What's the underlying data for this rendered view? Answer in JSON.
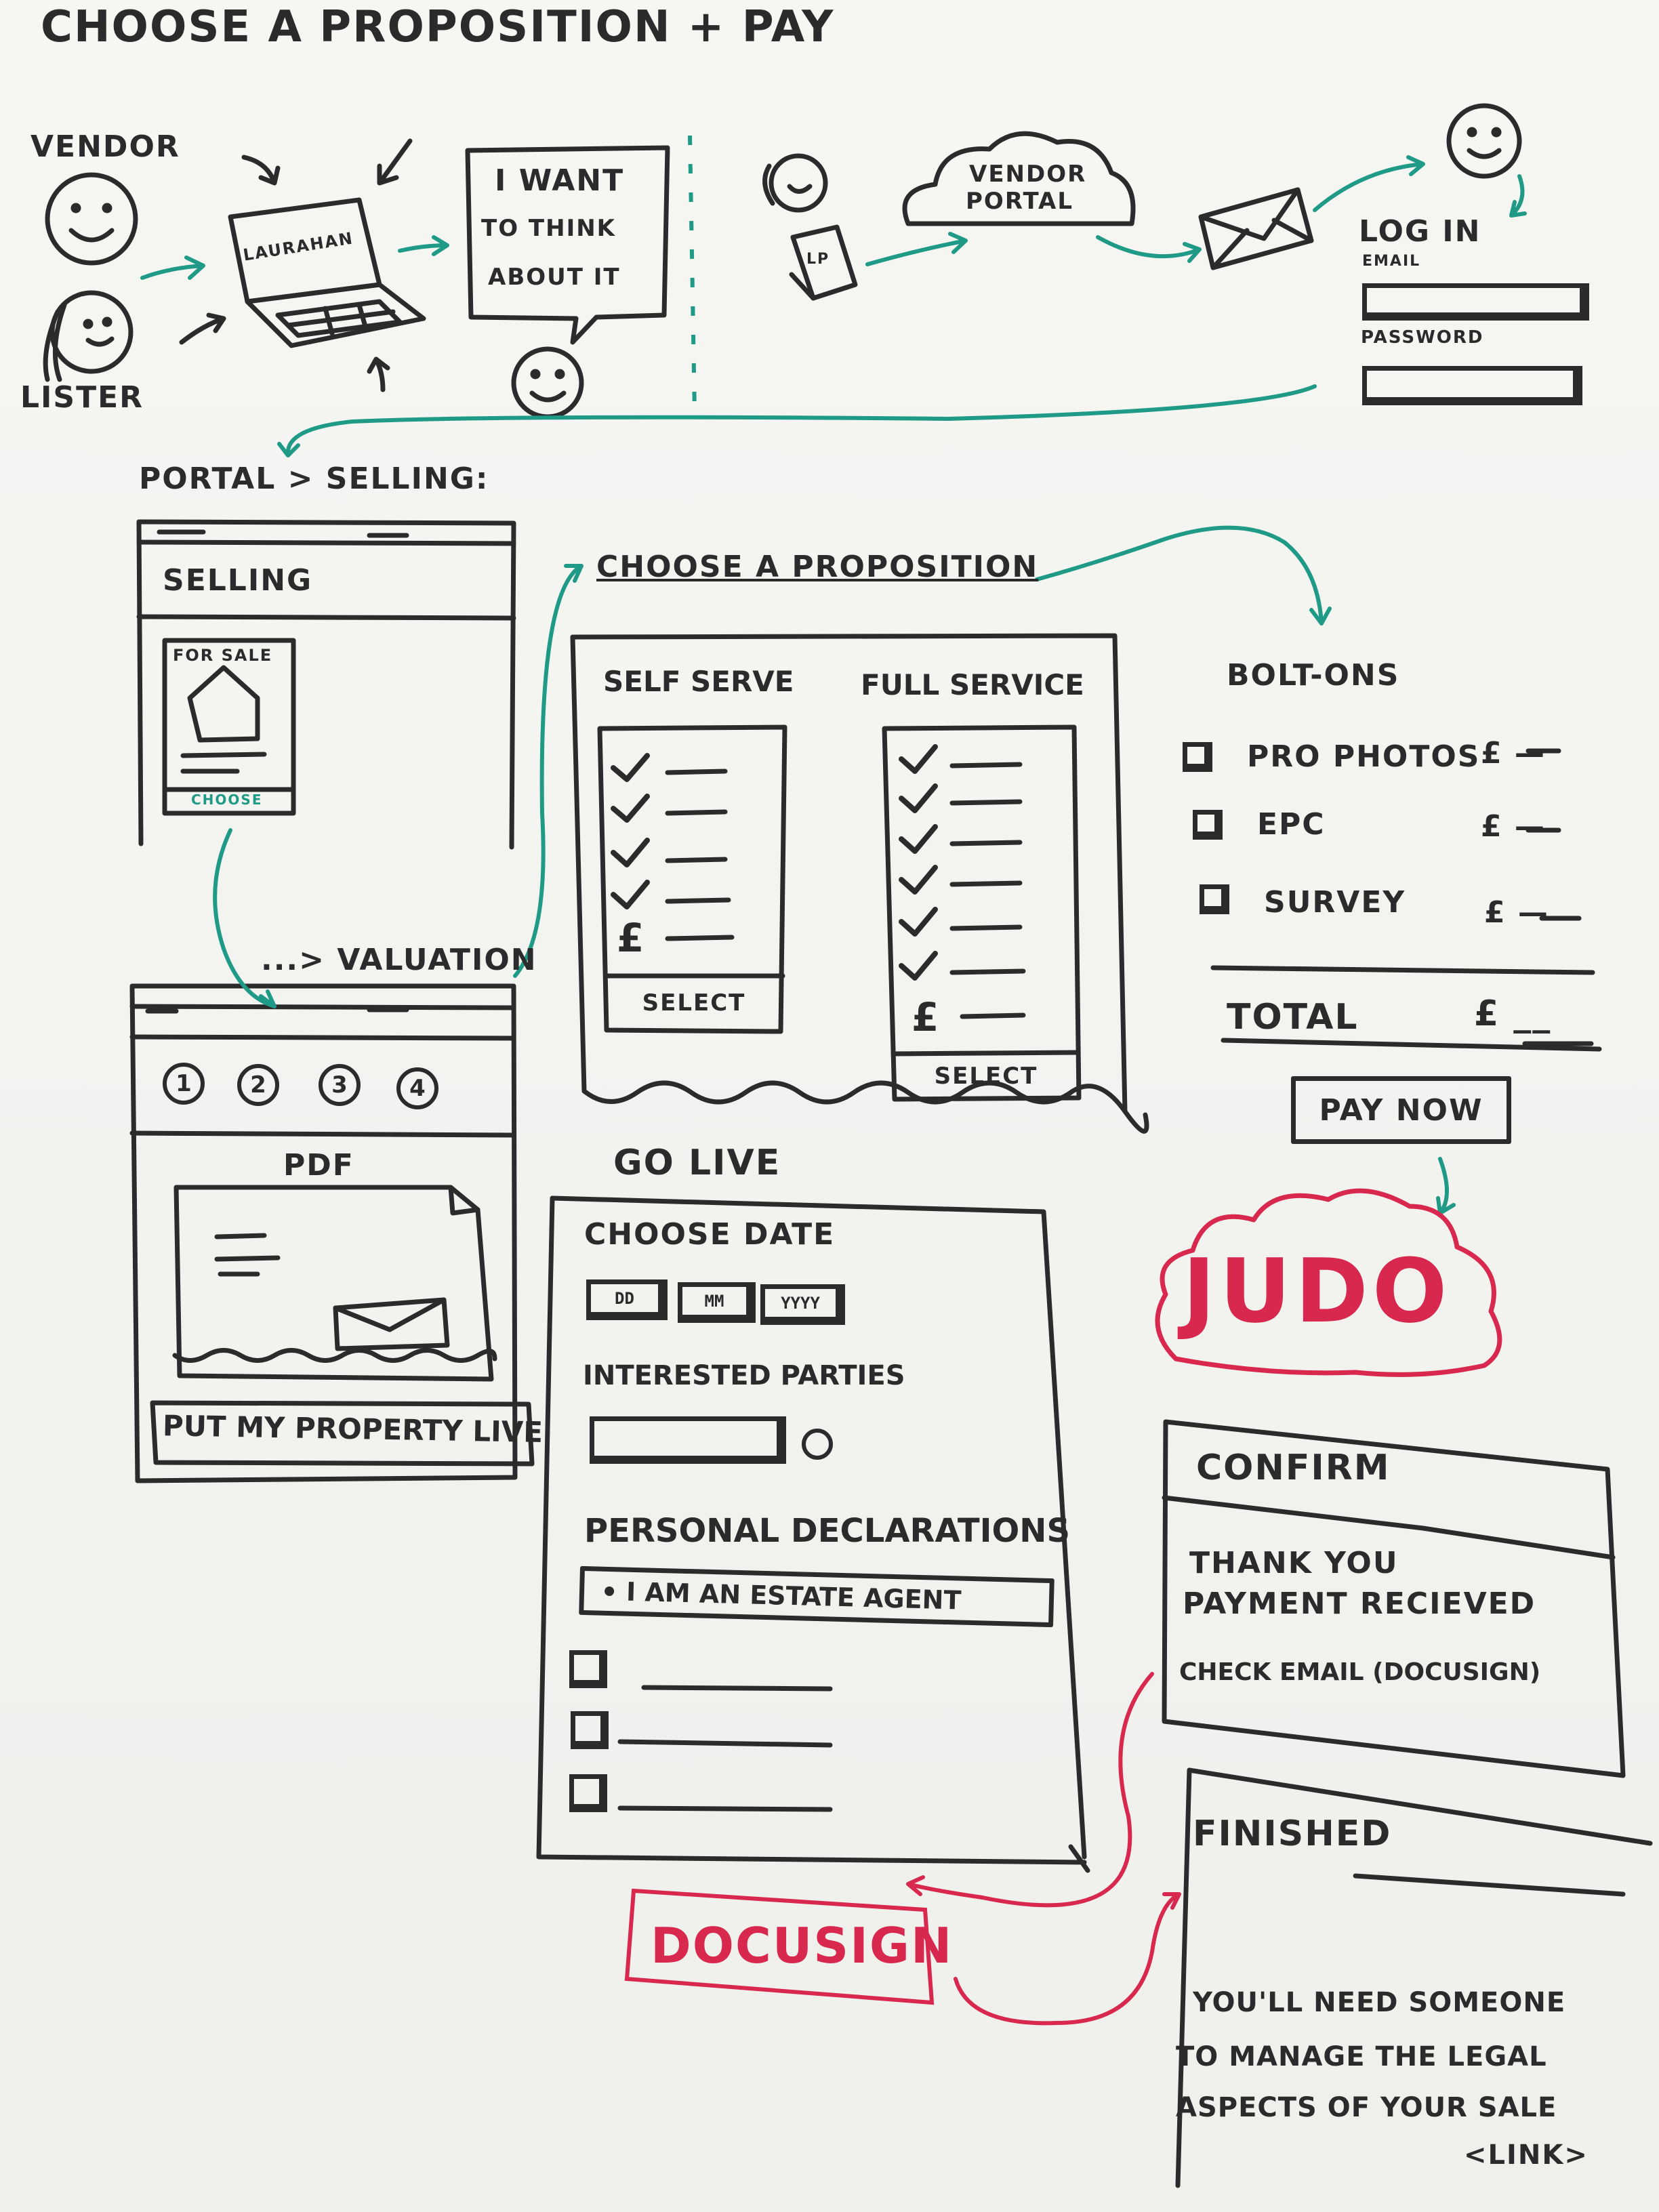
{
  "title": "Choose a Proposition + Pay",
  "flow_top": {
    "vendor_label": "Vendor",
    "lister_label": "Lister",
    "laptop_label": "Laurahan",
    "speech_bubble": [
      "I want",
      "to think",
      "about it"
    ],
    "badge_label": "LP",
    "cloud_label": [
      "Vendor",
      "Portal"
    ]
  },
  "login": {
    "title": "Log in",
    "email_label": "Email",
    "password_label": "Password"
  },
  "selling_page": {
    "breadcrumb": "Portal > Selling:",
    "heading": "Selling",
    "card_label": "For Sale",
    "card_link": "Choose"
  },
  "valuation_page": {
    "breadcrumb": "...> Valuation",
    "steps": [
      "1",
      "2",
      "3",
      "4"
    ],
    "pdf_label": "PDF",
    "cta": "Put my Property live"
  },
  "proposition": {
    "heading": "Choose a Proposition",
    "options": [
      {
        "name": "Self Serve",
        "ticks": 4,
        "select_label": "Select"
      },
      {
        "name": "Full Service",
        "ticks": 6,
        "select_label": "Select"
      }
    ],
    "price_symbol": "£"
  },
  "bolt_ons": {
    "heading": "Bolt-Ons",
    "items": [
      {
        "label": "Pro Photos",
        "price": "£ —"
      },
      {
        "label": "EPC",
        "price": "£ —"
      },
      {
        "label": "Survey",
        "price": "£ —"
      }
    ],
    "total_label": "Total",
    "total_value": "£ __",
    "pay_button": "Pay Now"
  },
  "judo": {
    "label": "JUDO"
  },
  "go_live": {
    "heading": "Go Live",
    "choose_date": "Choose Date",
    "date_fields": [
      "DD",
      "MM",
      "YYYY"
    ],
    "interested_parties": "Interested Parties",
    "declarations_heading": "Personal Declarations",
    "estate_agent": "I am an estate agent"
  },
  "confirm": {
    "heading": "Confirm",
    "lines": [
      "Thank you",
      "Payment recieved",
      "Check email (Docusign)"
    ]
  },
  "docusign": {
    "label": "Docusign"
  },
  "finished": {
    "heading": "Finished",
    "lines": [
      "You'll need someone",
      "to manage the legal",
      "aspects of your sale",
      "<link>"
    ]
  },
  "colors": {
    "ink": "#2b2b2b",
    "teal": "#1e9a86",
    "red": "#d8284e",
    "board": "#f3f3f0"
  }
}
